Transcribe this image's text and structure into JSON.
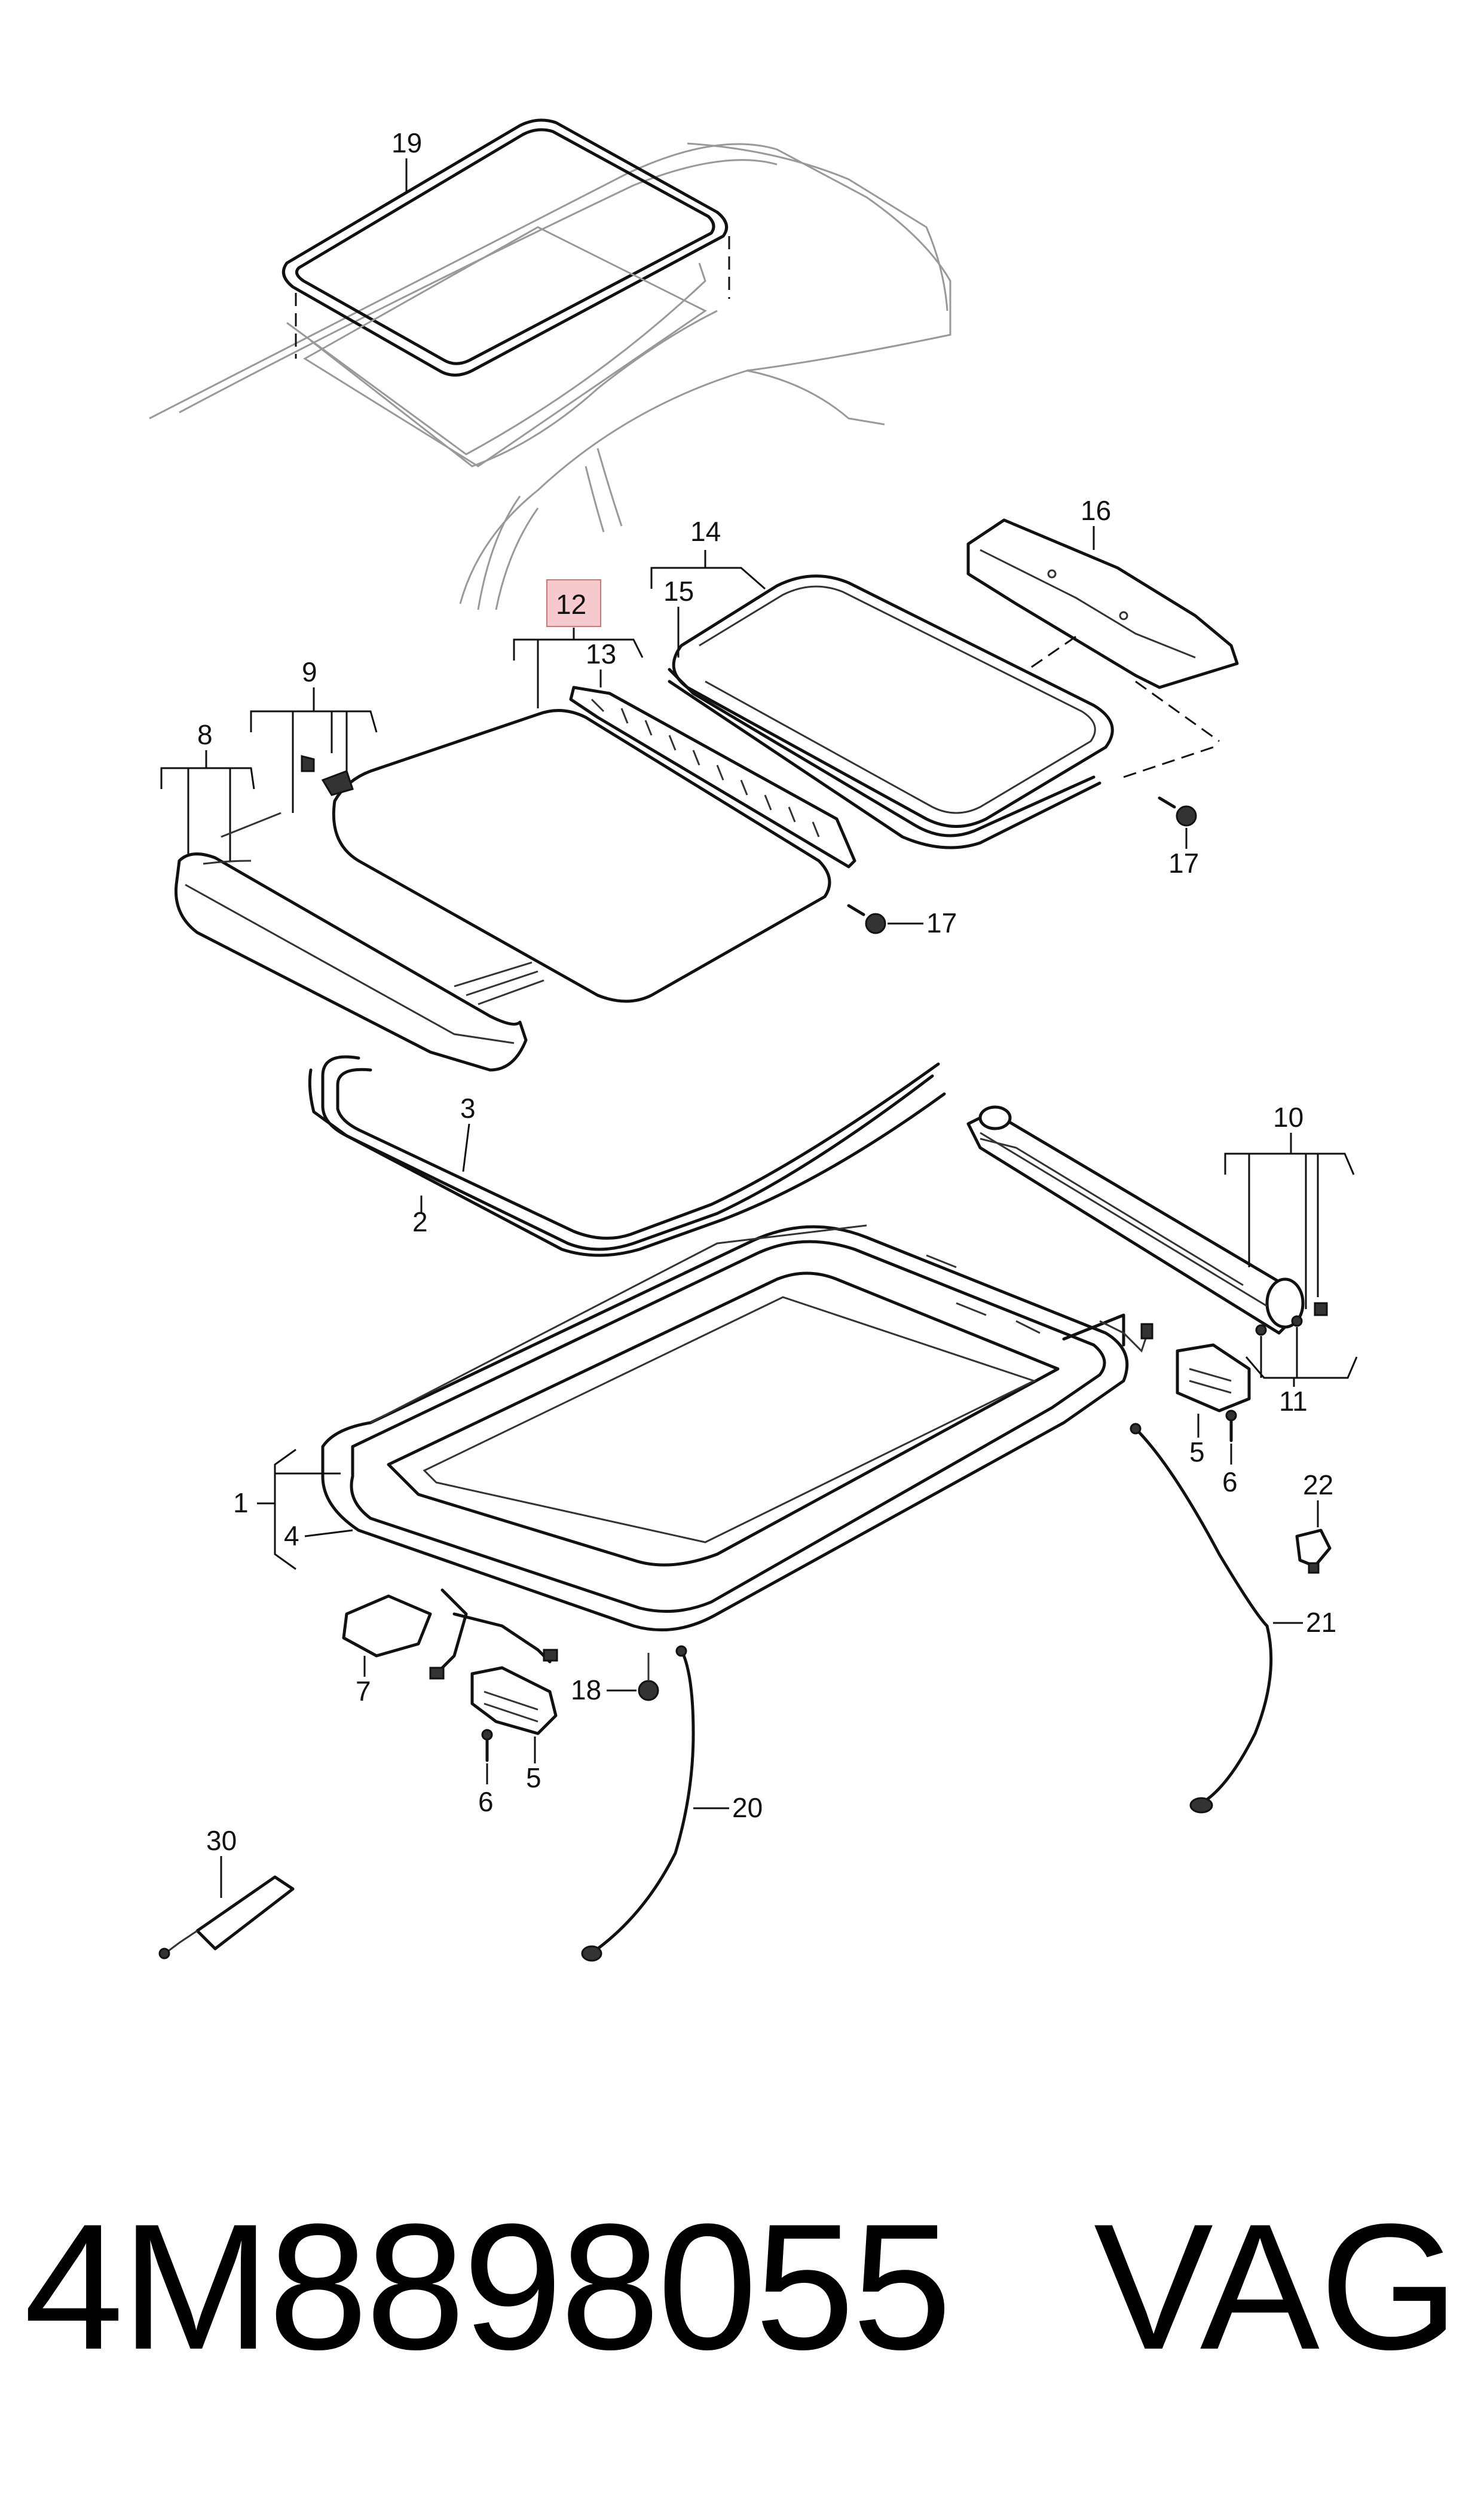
{
  "diagram": {
    "callouts": {
      "c1": "1",
      "c2": "2",
      "c3": "3",
      "c4": "4",
      "c5a": "5",
      "c5b": "5",
      "c6a": "6",
      "c6b": "6",
      "c7": "7",
      "c8": "8",
      "c9": "9",
      "c10": "10",
      "c11": "11",
      "c12": "12",
      "c13": "13",
      "c14": "14",
      "c15": "15",
      "c16": "16",
      "c17a": "17",
      "c17b": "17",
      "c18": "18",
      "c19": "19",
      "c20": "20",
      "c21": "21",
      "c22": "22",
      "c30": "30"
    },
    "highlighted_callout": "12",
    "highlight_color": "#f6c9cf"
  },
  "footer": {
    "part_number": "4M8898055",
    "brand": "VAG"
  }
}
